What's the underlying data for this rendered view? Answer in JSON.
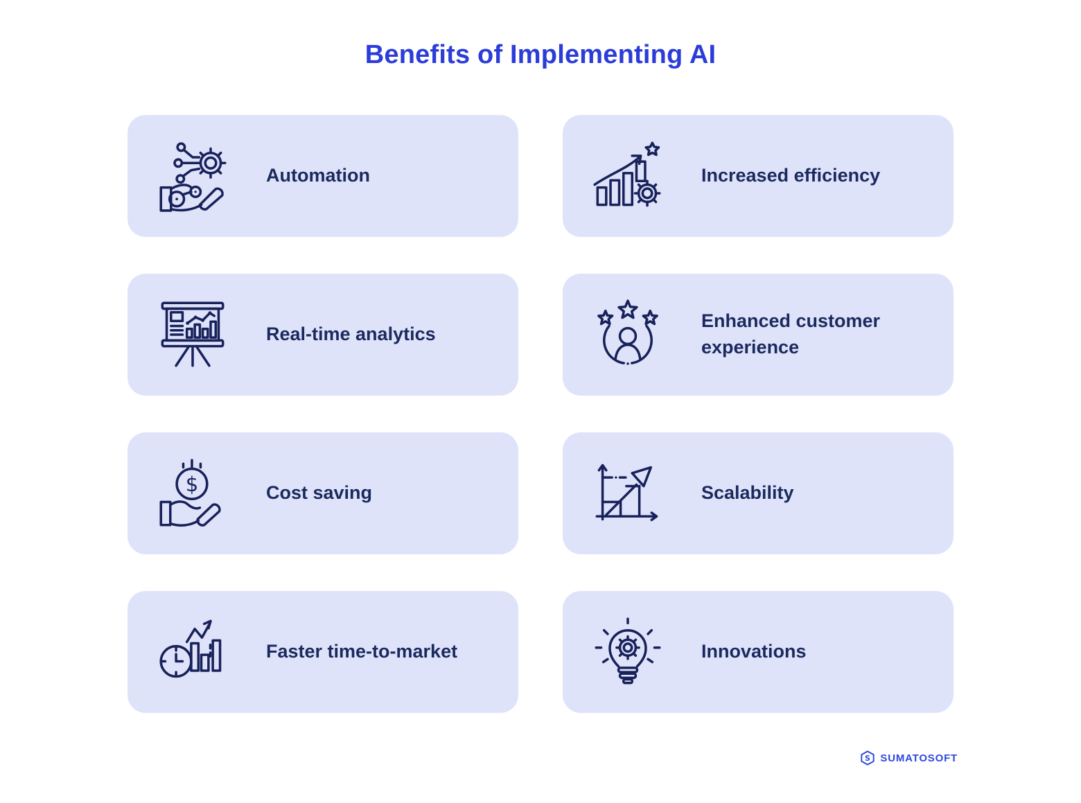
{
  "page": {
    "title": "Benefits of Implementing AI"
  },
  "theme": {
    "title_color": "#2b3cd9",
    "card_background": "#dfe3fa",
    "label_color": "#1b2a5e",
    "icon_stroke_color": "#18225a",
    "page_background": "#ffffff",
    "brand_color": "#2c46df"
  },
  "cards": [
    {
      "label": "Automation",
      "icon": "automation-robotic-hand-icon"
    },
    {
      "label": "Increased efficiency",
      "icon": "growth-bars-star-gear-icon"
    },
    {
      "label": "Real-time analytics",
      "icon": "presentation-board-chart-icon"
    },
    {
      "label": "Enhanced customer experience",
      "icon": "customer-rating-stars-icon"
    },
    {
      "label": "Cost saving",
      "icon": "hand-dollar-coin-icon"
    },
    {
      "label": "Scalability",
      "icon": "growth-axes-arrow-icon"
    },
    {
      "label": "Faster time-to-market",
      "icon": "clock-bar-chart-icon"
    },
    {
      "label": "Innovations",
      "icon": "lightbulb-gear-icon"
    }
  ],
  "glyphs": {
    "dollar": "$"
  },
  "footer": {
    "brand": "SUMATOSOFT",
    "brand_initial": "S"
  }
}
